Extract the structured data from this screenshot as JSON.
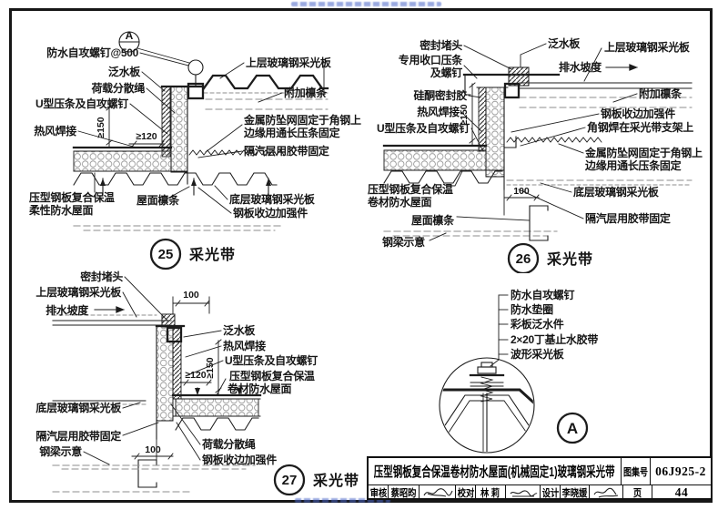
{
  "d25": {
    "marker": "A",
    "number": "25",
    "caption": "采光带",
    "left": [
      "防水自攻螺钉@500",
      "泛水板",
      "荷载分散绳",
      "U型压条及自攻螺钉",
      "热风焊接",
      "压型钢板复合保温",
      "柔性防水屋面",
      "屋面檩条"
    ],
    "right": [
      "上层玻璃钢采光板",
      "附加檩条",
      "金属防坠网固定于角钢上",
      "边缘用通长压条固定",
      "隔汽层用胶带固定",
      "底层玻璃钢采光板",
      "钢板收边加强件"
    ],
    "dims": [
      "≥150",
      "≥120"
    ]
  },
  "d26": {
    "number": "26",
    "caption": "采光带",
    "left": [
      "密封堵头",
      "专用收口压条",
      "及螺钉",
      "硅酮密封胶",
      "热风焊接",
      "U型压条及自攻螺钉",
      "压型钢板复合保温",
      "卷材防水屋面",
      "屋面檩条",
      "钢梁示意"
    ],
    "right": [
      "泛水板",
      "上层玻璃钢采光板",
      "排水坡度",
      "附加檩条",
      "钢板收边加强件",
      "角钢焊在采光带支架上",
      "金属防坠网固定于角钢上",
      "边缘用通长压条固定",
      "底层玻璃钢采光板",
      "隔汽层用胶带固定"
    ],
    "dims": [
      "≥150",
      "100"
    ]
  },
  "d27": {
    "number": "27",
    "caption": "采光带",
    "left": [
      "密封堵头",
      "上层玻璃钢采光板",
      "排水坡度",
      "底层玻璃钢采光板",
      "隔汽层用胶带固定",
      "钢梁示意"
    ],
    "right": [
      "泛水板",
      "热风焊接",
      "U型压条及自攻螺钉",
      "压型钢板复合保温",
      "卷材防水屋面",
      "荷载分散绳",
      "钢板收边加强件"
    ],
    "dims": [
      "100",
      "≥120",
      "≥150",
      "100"
    ]
  },
  "dA": {
    "marker": "A",
    "labels": [
      "防水自攻螺钉",
      "防水垫圈",
      "彩板泛水件",
      "2×20丁基止水胶带",
      "波形采光板"
    ]
  },
  "titleblock": {
    "title": "压型钢板复合保温卷材防水屋面(机械固定1)玻璃钢采光带",
    "atlas_label": "图集号",
    "atlas_no": "06J925-2",
    "page_label": "页",
    "page_no": "44",
    "review_label": "审核",
    "reviewer": "蔡昭昀",
    "proof_label": "校对",
    "proofreader": "林  莉",
    "design_label": "设计",
    "designer": "李晓媛"
  }
}
